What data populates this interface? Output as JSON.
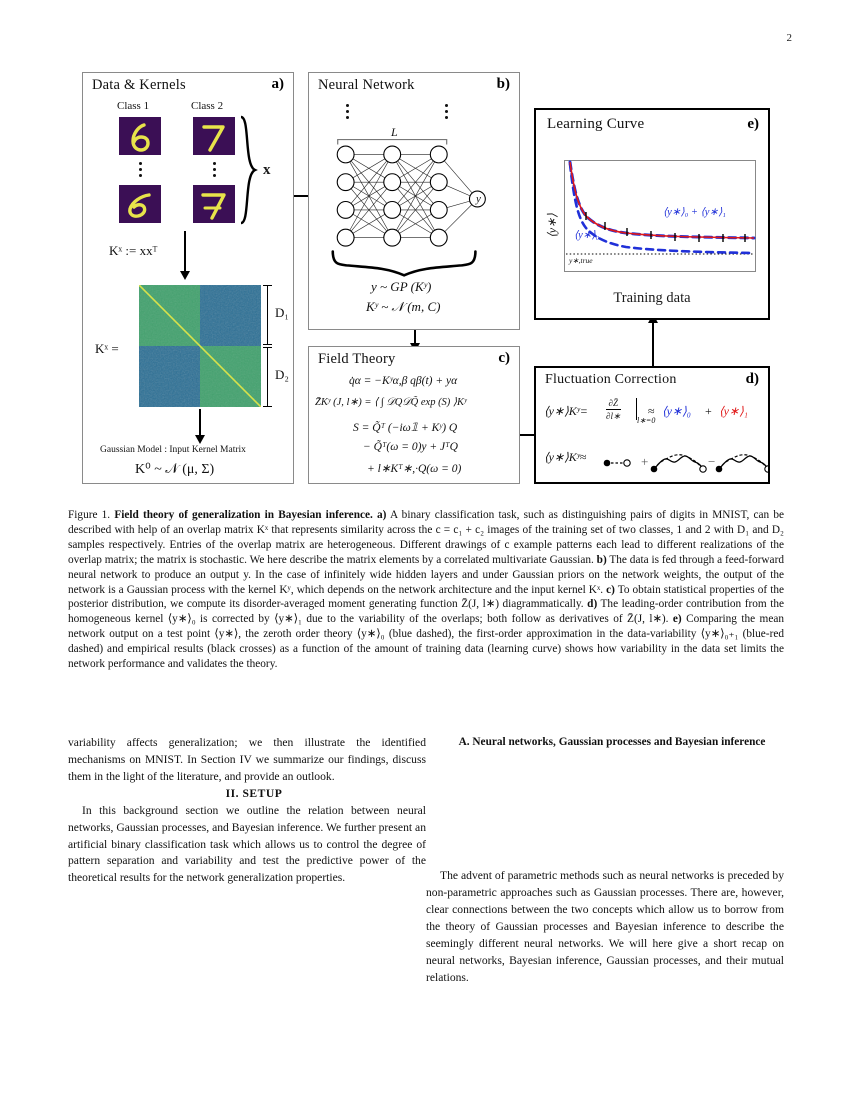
{
  "page": {
    "number": "2"
  },
  "figure": {
    "panels": {
      "a": {
        "title": "Data & Kernels",
        "letter": "a)",
        "class1_label": "Class 1",
        "class2_label": "Class 2",
        "class1_digit_top": "6",
        "class1_digit_bottom": "6",
        "class2_digit_top": "7",
        "class2_digit_bottom": "7",
        "bundle_label": "x",
        "kernel_def": "Kˣ := xxᵀ",
        "kernel_lhs": "Kˣ =",
        "dim1": "D₁",
        "dim2": "D₂",
        "gaussian_model_label": "Gaussian Model  :  Input Kernel Matrix",
        "gaussian_model_eq": "K⁰ ~ 𝒩 (μ, Σ)",
        "colormap": "viridis",
        "digit_bg_color": "#3b0f55",
        "digit_stroke_color": "#e8e44a"
      },
      "b": {
        "title": "Neural Network",
        "letter": "b)",
        "depth_label": "L",
        "output_label": "y",
        "eq1": "y ~ GP (Kʸ)",
        "eq2": "Kʸ ~ 𝒩 (m, C)",
        "layers": 3,
        "nodes_per_layer": 4
      },
      "c": {
        "title": "Field Theory",
        "letter": "c)",
        "eq1": "q̇α = −Kʸα,β qβ(t) + yα",
        "eq2": "Z̄Kʸ (J, l∗) = ⟨ ∫ 𝒟Q𝒟Q̃ exp (S) ⟩Kʸ",
        "eq3": "S = Q̃ᵀ (−iω𝟙 + Kʸ) Q",
        "eq4": "− Q̃ᵀ(ω = 0)y + JᵀQ",
        "eq5": "+ l∗Kᵀ∗,·Q(ω = 0)"
      },
      "d": {
        "title": "Fluctuation Correction",
        "letter": "d)",
        "eq1_lhs": "⟨y∗⟩Kʸ=",
        "eq1_frac_num": "∂Z̄",
        "eq1_frac_den": "∂l∗",
        "eq1_cond": "l∗=0",
        "eq1_approx": "≈",
        "eq1_term0": "⟨y∗⟩₀",
        "eq1_plus": "+",
        "eq1_term1": "⟨y∗⟩₁",
        "eq2_lhs": "⟨y∗⟩Kʸ≈",
        "diagram_plus": "+",
        "diagram_minus": "−",
        "color_term0": "#2030d8",
        "color_term1": "#e01818"
      },
      "e": {
        "title": "Learning Curve",
        "letter": "e)",
        "ylabel": "⟨y∗⟩",
        "xlabel": "Training data",
        "legend_sum": "⟨y∗⟩₀ + ⟨y∗⟩₁",
        "legend_zeroth": "⟨y∗⟩₀",
        "baseline_label": "y∗,true",
        "color_zeroth": "#2030d8",
        "color_first": "#e01818"
      }
    }
  },
  "chart_data": {
    "type": "line",
    "title": "Learning Curve",
    "xlabel": "Training data",
    "ylabel": "⟨y∗⟩",
    "grid": false,
    "legend_position": "inline-annotations",
    "xlim": [
      0,
      100
    ],
    "ylim": [
      0,
      100
    ],
    "series": [
      {
        "name": "⟨y∗⟩₀ + ⟨y∗⟩₁",
        "style": "solid-red-over-blue-dashed",
        "color": "#e01818",
        "x": [
          2,
          4,
          6,
          9,
          13,
          18,
          25,
          34,
          45,
          58,
          72,
          88,
          100
        ],
        "y": [
          95,
          72,
          56,
          44,
          36,
          31,
          27.5,
          25.5,
          24.3,
          23.6,
          23.2,
          23.0,
          22.9
        ]
      },
      {
        "name": "⟨y∗⟩₀",
        "style": "dashed",
        "color": "#2030d8",
        "x": [
          2,
          4,
          6,
          9,
          13,
          18,
          25,
          34,
          45,
          58,
          72,
          88,
          100
        ],
        "y": [
          95,
          62,
          44,
          32,
          25,
          20.5,
          17.5,
          15.6,
          14.4,
          13.7,
          13.3,
          13.0,
          12.9
        ]
      },
      {
        "name": "empirical (black crosses)",
        "style": "markers",
        "color": "#000000",
        "x": [
          9,
          18,
          28,
          40,
          53,
          67,
          82,
          96
        ],
        "y": [
          44,
          31,
          27,
          25,
          24,
          23.5,
          23.2,
          23.0
        ]
      },
      {
        "name": "y∗,true",
        "style": "dotted-horizontal",
        "color": "#000000",
        "x": [
          0,
          100
        ],
        "y": [
          7,
          7
        ]
      }
    ]
  },
  "caption": {
    "label": "Figure 1.",
    "bold_title": "Field theory of generalization in Bayesian inference.",
    "segments": [
      {
        "bold": "a)",
        "text": " A binary classification task, such as distinguishing pairs of digits in MNIST, can be described with help of an overlap matrix Kˣ that represents similarity across the c = c₁ + c₂ images of the training set of two classes, 1 and 2 with D₁ and D₂ samples respectively. Entries of the overlap matrix are heterogeneous. Different drawings of c example patterns each lead to different realizations of the overlap matrix; the matrix is stochastic. We here describe the matrix elements by a correlated multivariate Gaussian. "
      },
      {
        "bold": "b)",
        "text": " The data is fed through a feed-forward neural network to produce an output y. In the case of infinitely wide hidden layers and under Gaussian priors on the network weights, the output of the network is a Gaussian process with the kernel Kʸ, which depends on the network architecture and the input kernel Kˣ. "
      },
      {
        "bold": "c)",
        "text": " To obtain statistical properties of the posterior distribution, we compute its disorder-averaged moment generating function Z̄(J, l∗) diagrammatically. "
      },
      {
        "bold": "d)",
        "text": " The leading-order contribution from the homogeneous kernel ⟨y∗⟩₀ is corrected by ⟨y∗⟩₁ due to the variability of the overlaps; both follow as derivatives of Z̄(J, l∗). "
      },
      {
        "bold": "e)",
        "text": " Comparing the mean network output on a test point ⟨y∗⟩, the zeroth order theory ⟨y∗⟩₀ (blue dashed), the first-order approximation in the data-variability ⟨y∗⟩₀₊₁ (blue-red dashed) and empirical results (black crosses) as a function of the amount of training data (learning curve) shows how variability in the data set limits the network performance and validates the theory."
      }
    ]
  },
  "body": {
    "left_column": {
      "continuation_paragraph": "variability affects generalization; we then illustrate the identified mechanisms on MNIST. In Section IV we summarize our findings, discuss them in the light of the literature, and provide an outlook.",
      "section_heading": "II.   SETUP",
      "paragraph1": "In this background section we outline the relation between neural networks, Gaussian processes, and Bayesian inference. We further present an artificial binary classification task which allows us to control the degree of pattern separation and variability and test the predictive power of the theoretical results for the network generalization properties."
    },
    "right_column": {
      "subsection_heading": "A.   Neural networks, Gaussian processes and Bayesian inference",
      "paragraph1": "The advent of parametric methods such as neural networks is preceded by non-parametric approaches such as Gaussian processes. There are, however, clear connections between the two concepts which allow us to borrow from the theory of Gaussian processes and Bayesian inference to describe the seemingly different neural networks. We will here give a short recap on neural networks, Bayesian inference, Gaussian processes, and their mutual relations."
    }
  }
}
